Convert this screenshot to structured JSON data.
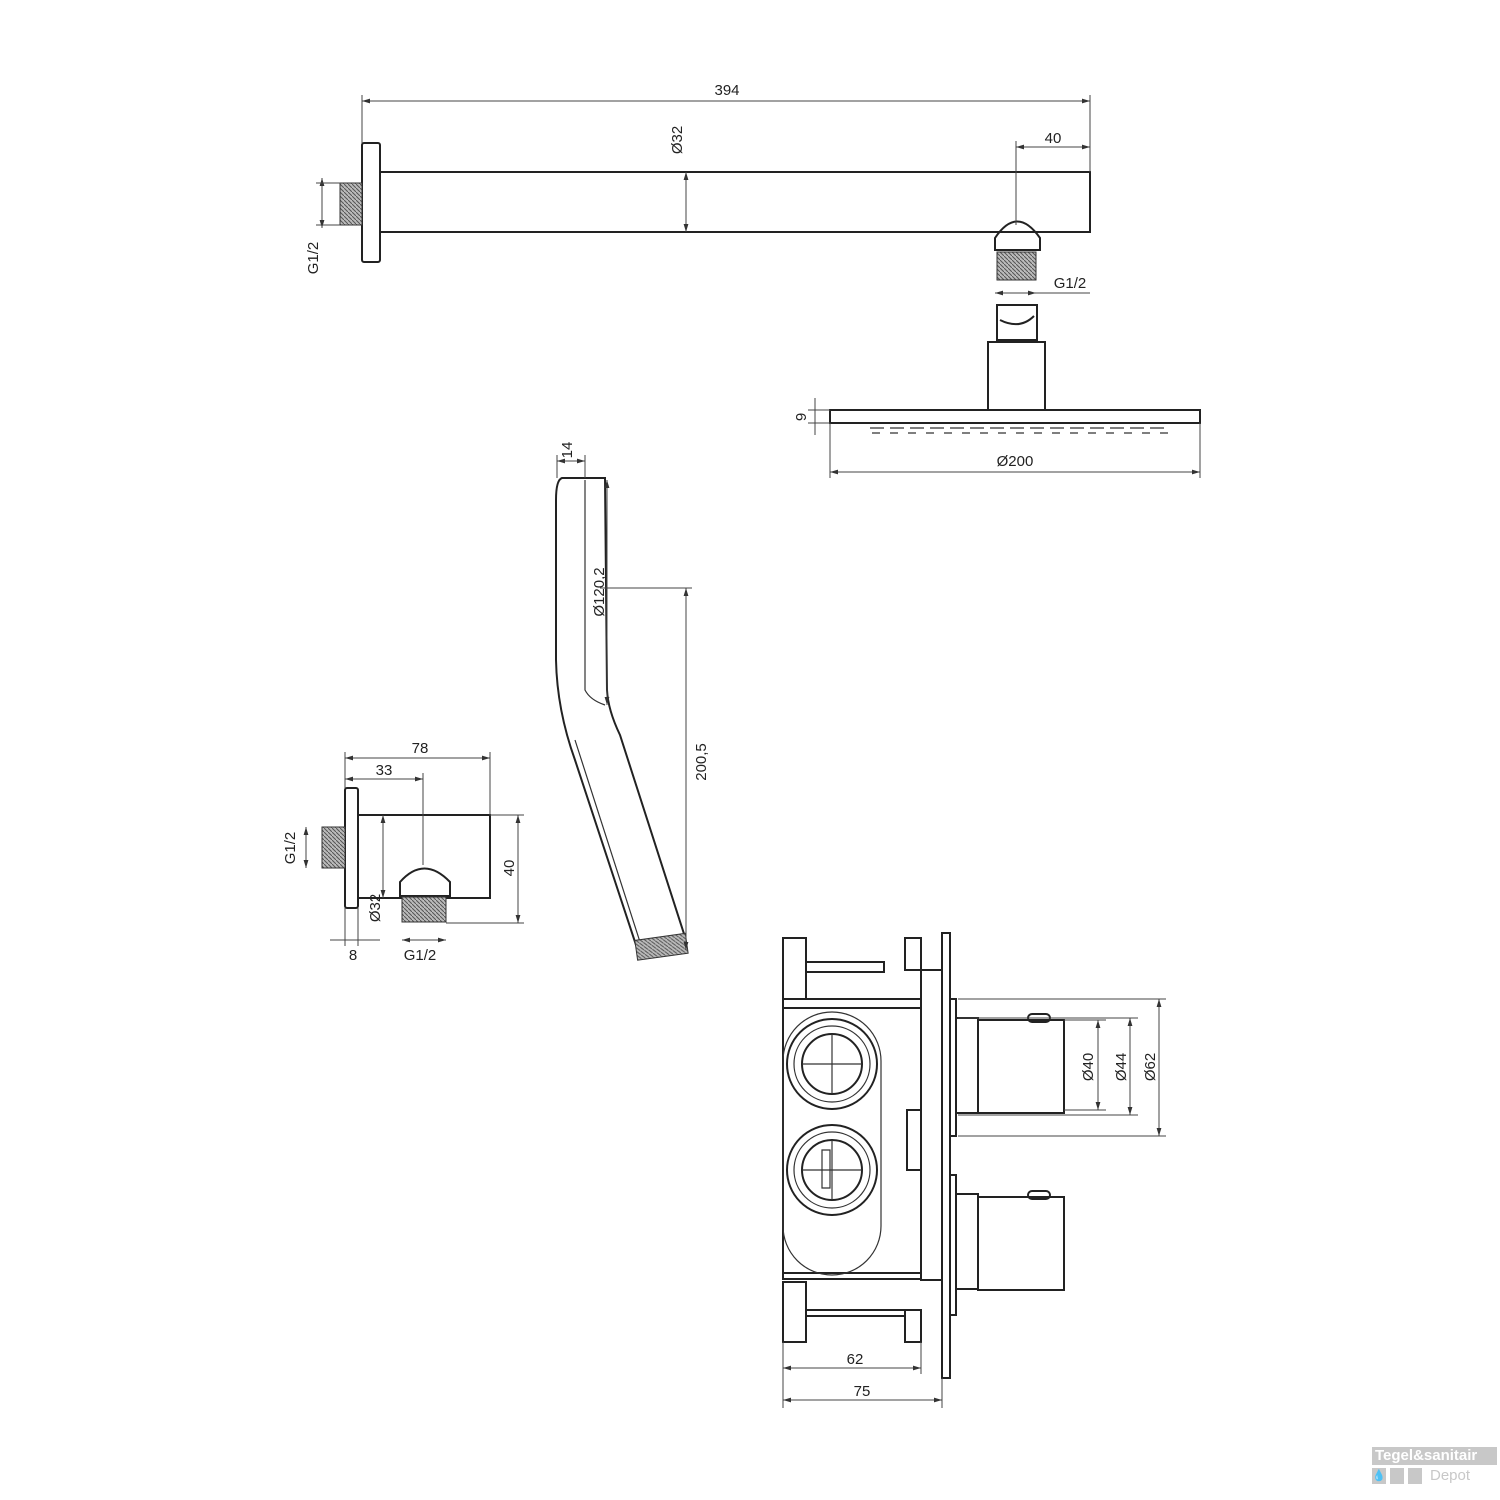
{
  "shower_arm": {
    "length": "394",
    "diameter": "Ø32",
    "offset": "40",
    "wall_thread": "G1/2",
    "head_thread": "G1/2"
  },
  "rain_head": {
    "thickness": "9",
    "diameter": "Ø200"
  },
  "hand_shower": {
    "thickness": "14",
    "head_diameter": "Ø120,2",
    "length": "200,5"
  },
  "wall_outlet": {
    "length": "78",
    "outlet_offset": "33",
    "wall_thread": "G1/2",
    "height": "40",
    "diameter": "Ø32",
    "flange": "8",
    "outlet_thread": "G1/2"
  },
  "valve": {
    "depth_body": "62",
    "depth_total": "75",
    "knob_d1": "Ø40",
    "knob_d2": "Ø44",
    "rosette": "Ø62"
  },
  "watermark": {
    "brand": "Tegel&sanitair",
    "sub": "Depot"
  },
  "colors": {
    "line": "#222222",
    "watermark": "#c8c8c8"
  }
}
